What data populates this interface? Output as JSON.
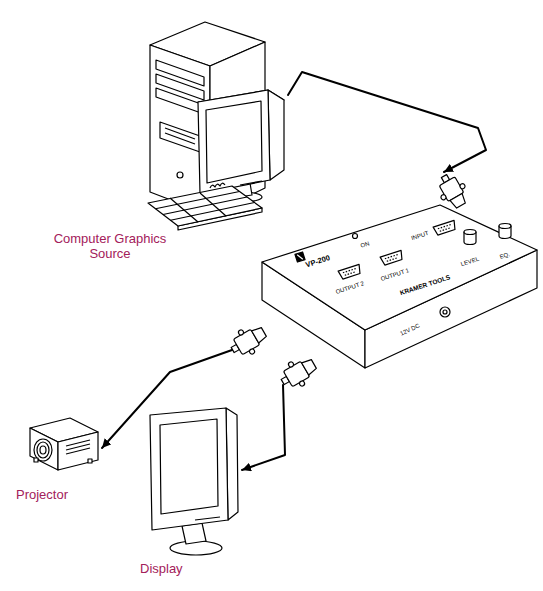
{
  "diagram": {
    "nodes": [
      {
        "text": [
          "Computer Graphics Source"
        ]
      },
      {
        "text": [
          "VP-200",
          "KRAMER TOOLS"
        ]
      },
      {
        "text": [
          "Projector"
        ]
      },
      {
        "text": [
          "Display"
        ]
      }
    ],
    "edges": [
      {
        "from": 0,
        "to": 1,
        "arrow": "to"
      },
      {
        "from": 1,
        "to": 2,
        "arrow": "to"
      },
      {
        "from": 1,
        "to": 3,
        "arrow": "to"
      }
    ],
    "labels": [
      "OUTPUT 2",
      "OUTPUT 1",
      "INPUT",
      "ON",
      "12V DC",
      "LEVEL",
      "EQ."
    ]
  }
}
